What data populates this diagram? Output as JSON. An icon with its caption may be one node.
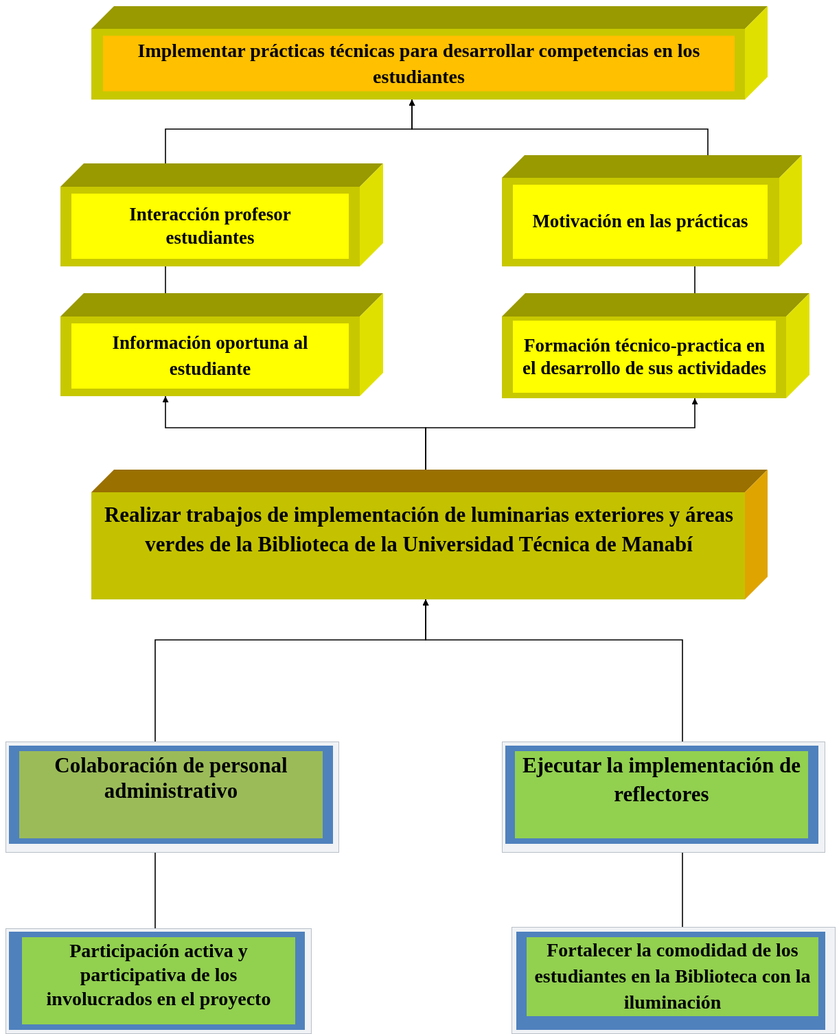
{
  "diagram": {
    "nodes": [
      {
        "text": [
          "Implementar prácticas técnicas para desarrollar competencias en los estudiantes"
        ]
      },
      {
        "text": [
          "Interacción profesor estudiantes"
        ]
      },
      {
        "text": [
          "Motivación en las prácticas"
        ]
      },
      {
        "text": [
          "Información oportuna al estudiante"
        ]
      },
      {
        "text": [
          "Formación técnico-practica en el desarrollo de sus actividades"
        ]
      },
      {
        "text": [
          "Realizar trabajos de implementación de luminarias exteriores y áreas verdes de la Biblioteca de la Universidad Técnica de Manabí"
        ]
      },
      {
        "text": [
          "Colaboración de personal administrativo"
        ]
      },
      {
        "text": [
          "Ejecutar la implementación de reflectores"
        ]
      },
      {
        "text": [
          "Participación activa y participativa de los involucrados en el proyecto"
        ]
      },
      {
        "text": [
          "Fortalecer la comodidad de los estudiantes en la Biblioteca con la iluminación"
        ]
      }
    ],
    "edges": [
      {
        "from": 1,
        "to": 0,
        "arrow": "to"
      },
      {
        "from": 2,
        "to": 0,
        "arrow": "to"
      },
      {
        "from": 3,
        "to": 1,
        "arrow": "none"
      },
      {
        "from": 4,
        "to": 2,
        "arrow": "none"
      },
      {
        "from": 5,
        "to": 3,
        "arrow": "to"
      },
      {
        "from": 5,
        "to": 4,
        "arrow": "to"
      },
      {
        "from": 6,
        "to": 5,
        "arrow": "to"
      },
      {
        "from": 7,
        "to": 5,
        "arrow": "to"
      },
      {
        "from": 8,
        "to": 6,
        "arrow": "none"
      },
      {
        "from": 9,
        "to": 7,
        "arrow": "none"
      }
    ]
  }
}
